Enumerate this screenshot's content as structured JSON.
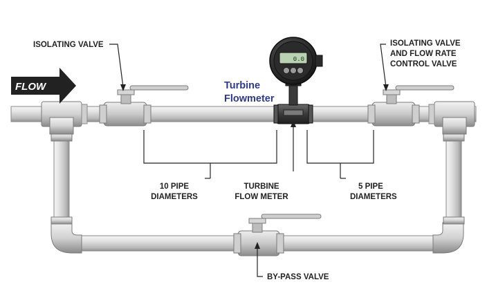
{
  "flow_label": "FLOW",
  "title_line1": "Turbine",
  "title_line2": "Flowmeter",
  "labels": {
    "isolating_valve_left": "ISOLATING VALVE",
    "isolating_valve_right_l1": "ISOLATING VALVE",
    "isolating_valve_right_l2": "AND FLOW RATE",
    "isolating_valve_right_l3": "CONTROL VALVE",
    "upstream_l1": "10 PIPE",
    "upstream_l2": "DIAMETERS",
    "meter_l1": "TURBINE",
    "meter_l2": "FLOW METER",
    "downstream_l1": "5 PIPE",
    "downstream_l2": "DIAMETERS",
    "bypass_valve": "BY-PASS VALVE"
  },
  "display_reading": "0.0",
  "colors": {
    "pipe_light": "#e6e6e6",
    "pipe_mid": "#bdbdbd",
    "pipe_dark": "#8a8a8a",
    "title_blue": "#2d3a8c",
    "arrow": "#222222",
    "display": "#b9d3b2"
  }
}
